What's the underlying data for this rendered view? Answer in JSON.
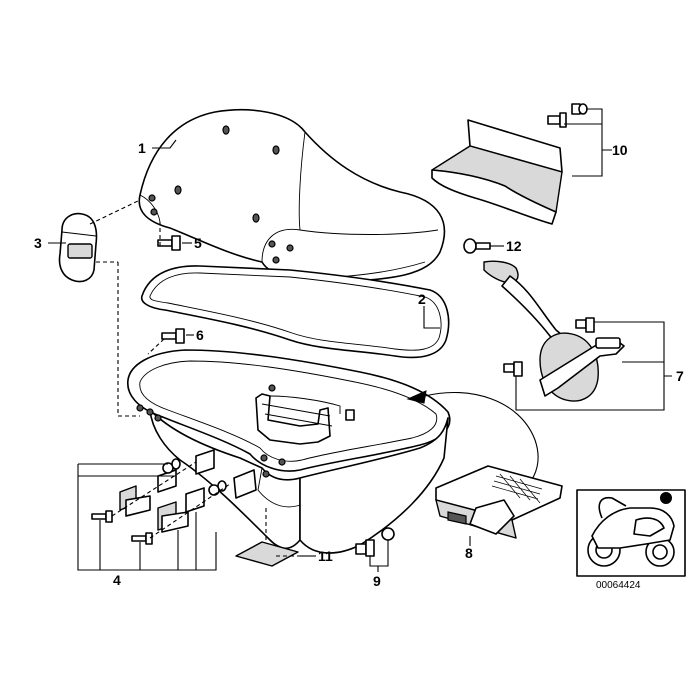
{
  "diagram": {
    "reference_number": "00064424",
    "callouts": {
      "c1": "1",
      "c2": "2",
      "c3": "3",
      "c4": "4",
      "c5": "5",
      "c6": "6",
      "c7": "7",
      "c8": "8",
      "c9": "9",
      "c10": "10",
      "c11": "11",
      "c12": "12"
    },
    "colors": {
      "line": "#000000",
      "shade": "#d9d9d9",
      "dark": "#555555",
      "background": "#ffffff"
    }
  }
}
